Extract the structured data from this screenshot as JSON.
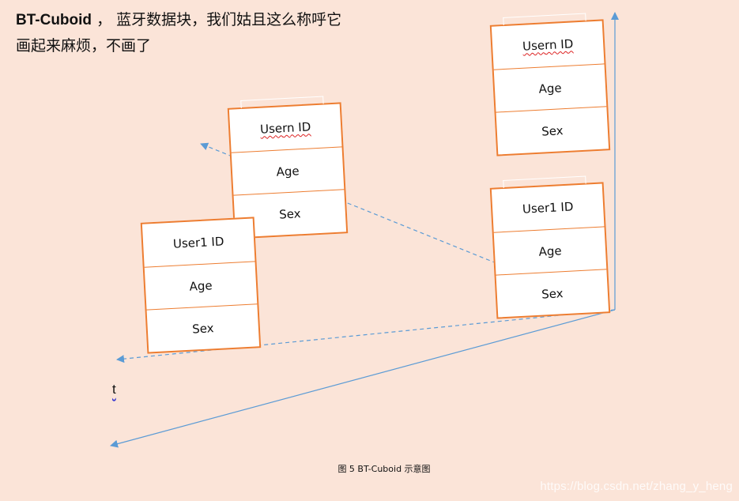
{
  "intro": {
    "line1_bold": "BT-Cuboid",
    "line1_rest": " ， 蓝牙数据块，我们姑且这么称呼它",
    "line2": "画起来麻烦，不画了"
  },
  "blocks": [
    {
      "id": "top-right",
      "rows": [
        "Usern ID",
        "Age",
        "Sex"
      ]
    },
    {
      "id": "middle",
      "rows": [
        "Usern ID",
        "Age",
        "Sex"
      ]
    },
    {
      "id": "left",
      "rows": [
        "User1 ID",
        "Age",
        "Sex"
      ]
    },
    {
      "id": "right",
      "rows": [
        "User1 ID",
        "Age",
        "Sex"
      ]
    }
  ],
  "axis_label": "t",
  "caption": "图 5 BT-Cuboid 示意图",
  "watermark": "https://blog.csdn.net/zhang_y_heng",
  "colors": {
    "background": "#fbe4d8",
    "block_border": "#ed7d31",
    "arrow": "#5b9bd5"
  }
}
